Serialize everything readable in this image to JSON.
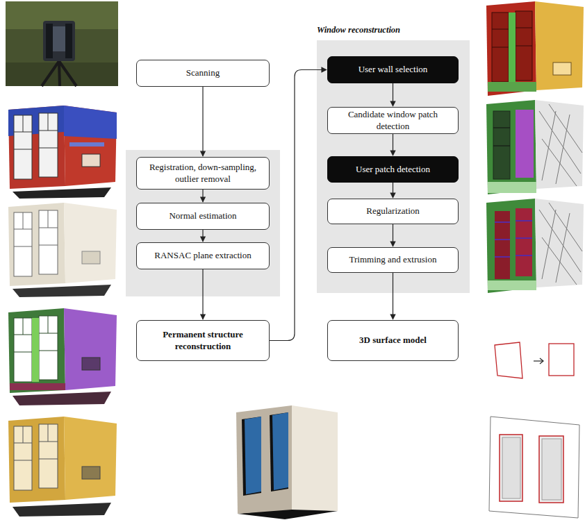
{
  "diagram": {
    "nodes": [
      {
        "text": [
          "Scanning"
        ]
      },
      {
        "text": [
          "Registration, down-sampling, outlier removal"
        ]
      },
      {
        "text": [
          "Normal estimation"
        ]
      },
      {
        "text": [
          "RANSAC plane extraction"
        ]
      },
      {
        "text": [
          "Permanent structure reconstruction"
        ]
      },
      {
        "text": [
          "Window reconstruction"
        ]
      },
      {
        "text": [
          "User wall selection"
        ],
        "in": 5
      },
      {
        "text": [
          "Candidate window patch detection"
        ],
        "in": 5
      },
      {
        "text": [
          "User patch detection"
        ],
        "in": 5
      },
      {
        "text": [
          "Regularization"
        ],
        "in": 5
      },
      {
        "text": [
          "Trimming and extrusion"
        ],
        "in": 5
      },
      {
        "text": [
          "3D surface model"
        ]
      }
    ],
    "edges": [
      {
        "from": 0,
        "to": 1,
        "arrow": "to"
      },
      {
        "from": 1,
        "to": 2,
        "arrow": "to"
      },
      {
        "from": 2,
        "to": 3,
        "arrow": "to"
      },
      {
        "from": 3,
        "to": 4,
        "arrow": "to"
      },
      {
        "from": 4,
        "to": 6,
        "arrow": "to"
      },
      {
        "from": 6,
        "to": 7,
        "arrow": "to"
      },
      {
        "from": 7,
        "to": 8,
        "arrow": "to"
      },
      {
        "from": 8,
        "to": 9,
        "arrow": "to"
      },
      {
        "from": 9,
        "to": 10,
        "arrow": "to"
      },
      {
        "from": 10,
        "to": 11,
        "arrow": "to"
      }
    ]
  }
}
